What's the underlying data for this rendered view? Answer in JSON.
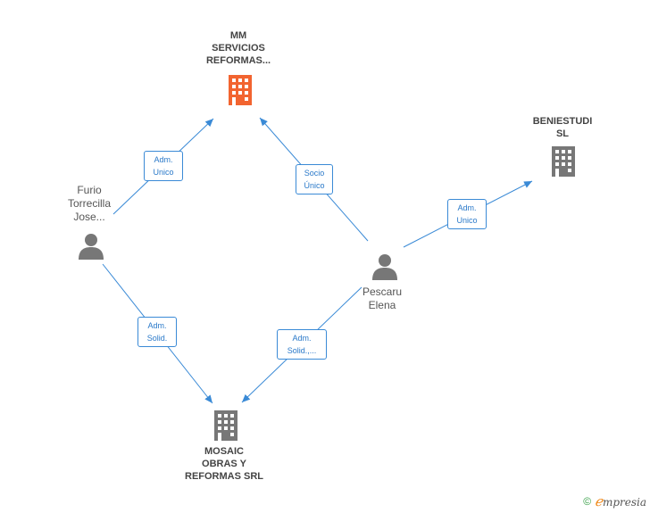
{
  "nodes": {
    "mm_servicios": {
      "label": "MM\nSERVICIOS\nREFORMAS...",
      "type": "company",
      "color": "#f26430"
    },
    "beniestudi": {
      "label": "BENIESTUDI\nSL",
      "type": "company",
      "color": "#777777"
    },
    "mosaic": {
      "label": "MOSAIC\nOBRAS Y\nREFORMAS SRL",
      "type": "company",
      "color": "#777777"
    },
    "furio": {
      "label": "Furio\nTorrecilla\nJose...",
      "type": "person",
      "color": "#777777"
    },
    "pescaru": {
      "label": "Pescaru\nElena",
      "type": "person",
      "color": "#777777"
    }
  },
  "edges": {
    "furio_mm": {
      "label": "Adm.\nUnico"
    },
    "pescaru_mm": {
      "label": "Socio\nÚnico"
    },
    "pescaru_beniestudi": {
      "label": "Adm.\nUnico"
    },
    "furio_mosaic": {
      "label": "Adm.\nSolid."
    },
    "pescaru_mosaic": {
      "label": "Adm.\nSolid.,..."
    }
  },
  "colors": {
    "edge": "#3a8ad6",
    "highlight": "#f26430",
    "icon": "#777777"
  },
  "footer": {
    "copyright_symbol": "©",
    "brand_initial": "ℯ",
    "brand_rest": "mpresia"
  }
}
